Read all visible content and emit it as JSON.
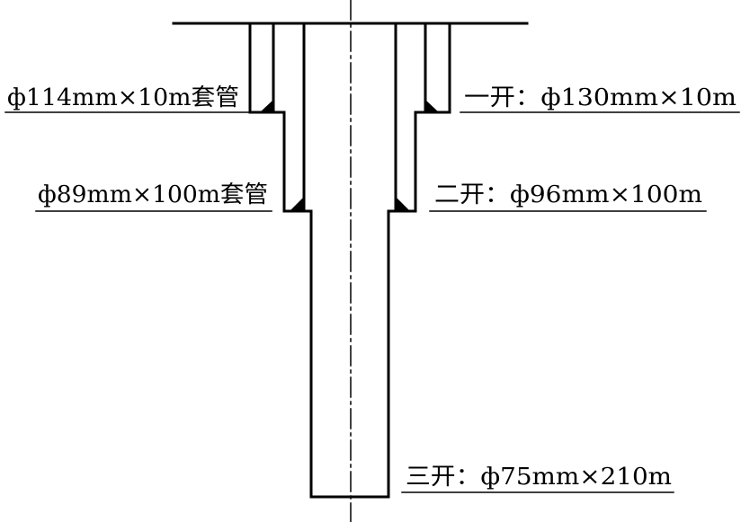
{
  "colors": {
    "line": "#000000",
    "background": "#ffffff"
  },
  "labels": {
    "casing_upper": "ф114mm×10m套管",
    "casing_lower": "ф89mm×100m套管",
    "stage1": "一开：ф130mm×10m",
    "stage2": "二开：ф96mm×100m",
    "stage3": "三开：ф75mm×210m"
  }
}
